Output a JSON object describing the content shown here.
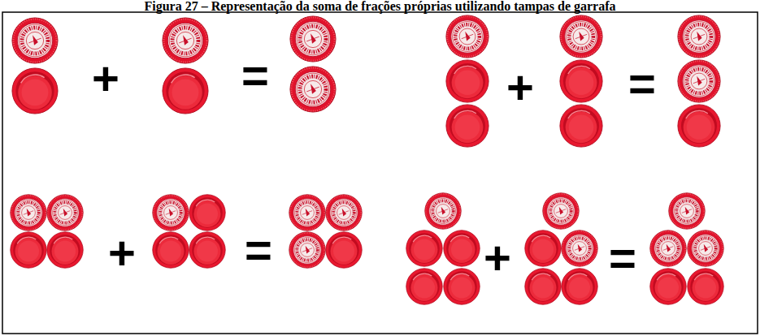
{
  "diagram": {
    "title": "Figura 27 – Representação da soma de frações próprias utilizando tampas de garrafa",
    "labels": [
      "+",
      "=",
      "+",
      "=",
      "+",
      "=",
      "+",
      "="
    ]
  }
}
